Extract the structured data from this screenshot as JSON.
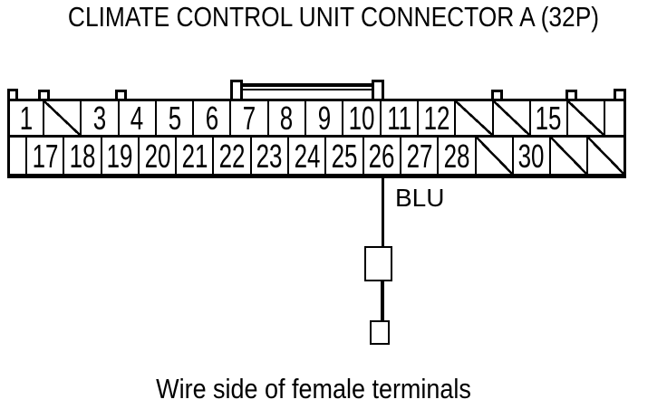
{
  "title": "CLIMATE CONTROL UNIT CONNECTOR A (32P)",
  "caption": "Wire side of female terminals",
  "connector": {
    "name": "A",
    "pin_count": "32P",
    "top_row": [
      "1",
      "",
      "3",
      "4",
      "5",
      "6",
      "7",
      "8",
      "9",
      "10",
      "11",
      "12",
      "",
      "",
      "15",
      ""
    ],
    "bottom_row": [
      "17",
      "18",
      "19",
      "20",
      "21",
      "22",
      "23",
      "24",
      "25",
      "26",
      "27",
      "28",
      "",
      "30",
      "",
      ""
    ],
    "unused_positions": [
      "2",
      "13",
      "14",
      "16",
      "29",
      "31",
      "32"
    ]
  },
  "wire": {
    "color_code": "BLU",
    "from_terminal": "26"
  },
  "colors": {
    "ink": "#000000",
    "paper": "#ffffff"
  }
}
